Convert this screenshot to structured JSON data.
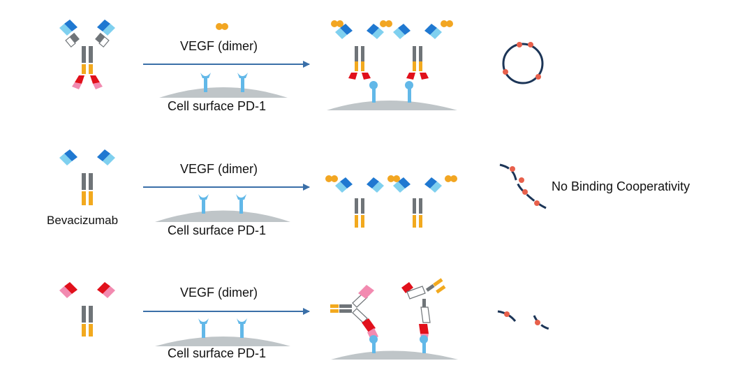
{
  "rows": [
    {
      "arrow_label": "VEGF (dimer)",
      "surface_label": "Cell surface PD-1",
      "row_label": "",
      "outcome_label": ""
    },
    {
      "arrow_label": "VEGF (dimer)",
      "surface_label": "Cell surface PD-1",
      "row_label": "Bevacizumab",
      "outcome_label": "No Binding Cooperativity"
    },
    {
      "arrow_label": "VEGF (dimer)",
      "surface_label": "Cell surface PD-1",
      "row_label": "",
      "outcome_label": ""
    }
  ],
  "colors": {
    "fab_blue": "#1f78d1",
    "fab_light_blue": "#7fd0ef",
    "hinge_gray": "#6f7478",
    "fc_orange": "#f2a91e",
    "pd1_red": "#e1101b",
    "pd1_pink": "#f28ab0",
    "receptor_blue": "#62b8e8",
    "membrane_gray": "#bfc5c8",
    "arrow_blue": "#3a6fa8",
    "vegf_orange": "#f2a622",
    "curve_navy": "#1c3557",
    "dot_red": "#e8604b"
  }
}
